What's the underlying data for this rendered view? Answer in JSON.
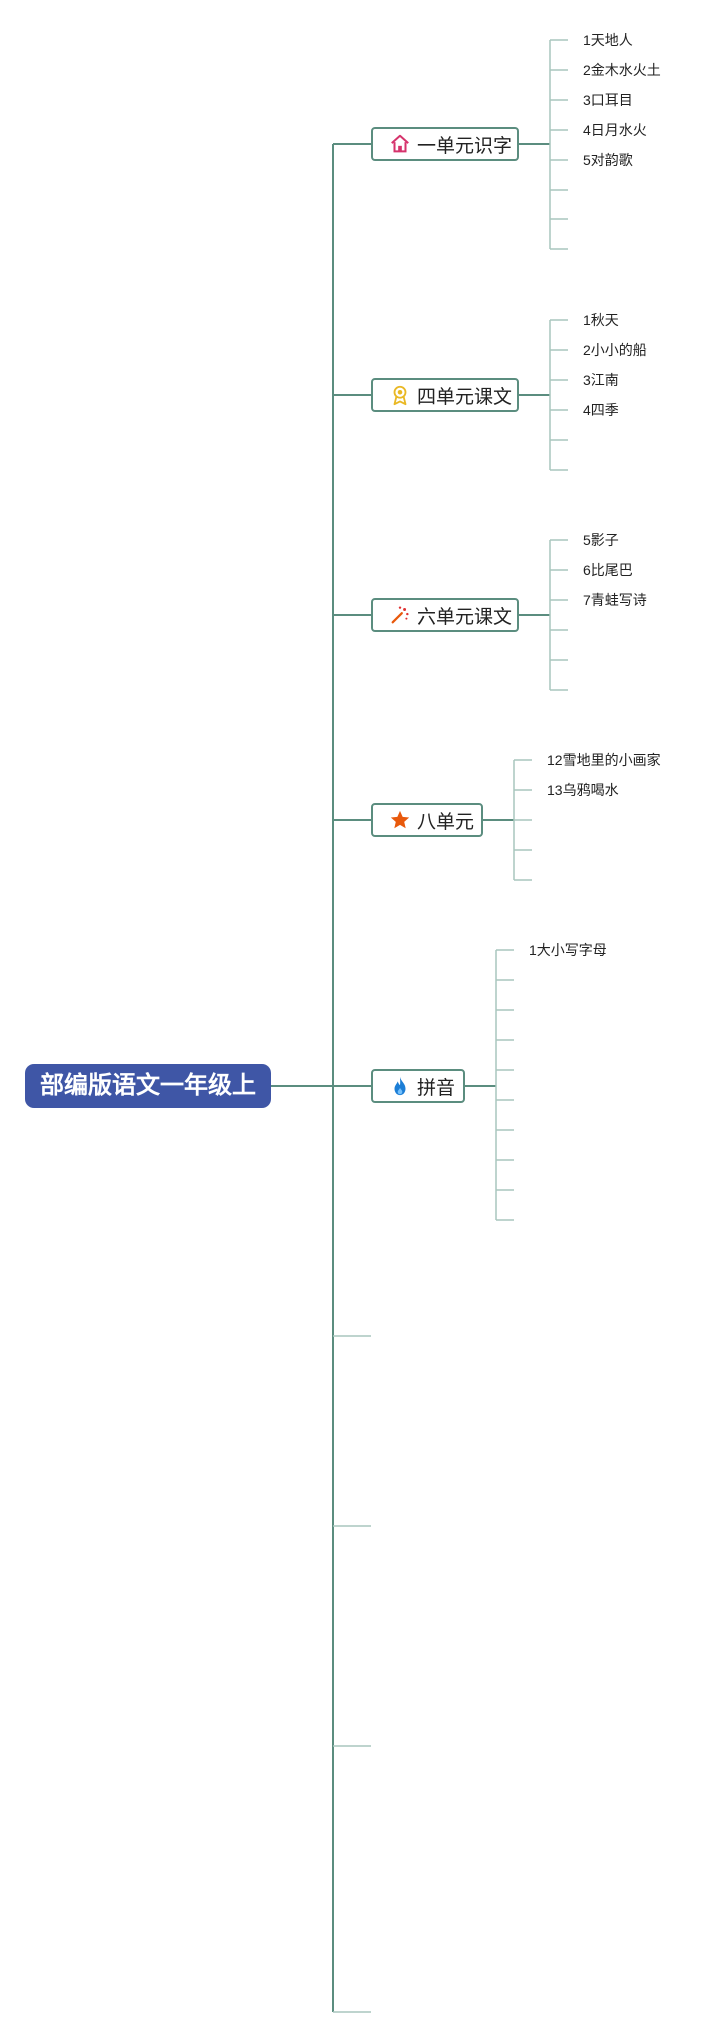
{
  "colors": {
    "root_fill": "#3f56a6",
    "topic_border": "#5b8d7f",
    "branch_line": "#5b8d7f",
    "leaf_line": "#a9c6bd"
  },
  "root": {
    "label": "部编版语文一年级上"
  },
  "topics": [
    {
      "label": "一单元识字",
      "icon": "home-icon",
      "items": [
        "1天地人",
        "2金木水火土",
        "3口耳目",
        "4日月水火",
        "5对韵歌",
        "",
        "",
        ""
      ]
    },
    {
      "label": "四单元课文",
      "icon": "award-ribbon-icon",
      "items": [
        "1秋天",
        "2小小的船",
        "3江南",
        "4四季",
        "",
        ""
      ]
    },
    {
      "label": "六单元课文",
      "icon": "magic-wand-icon",
      "items": [
        "5影子",
        "6比尾巴",
        "7青蛙写诗",
        "",
        "",
        ""
      ]
    },
    {
      "label": "八单元",
      "icon": "star-icon",
      "items": [
        "12雪地里的小画家",
        "13乌鸦喝水",
        "",
        "",
        ""
      ]
    },
    {
      "label": "拼音",
      "icon": "flame-icon",
      "items": [
        "1大小写字母",
        "",
        "",
        "",
        "",
        "",
        "",
        "",
        "",
        ""
      ]
    }
  ],
  "empty_topics": 4
}
